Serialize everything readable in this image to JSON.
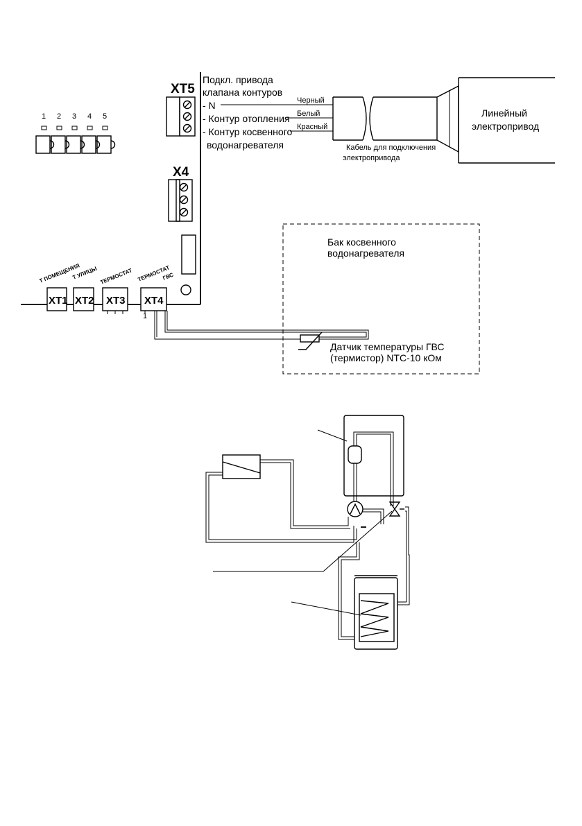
{
  "leds": {
    "labels": [
      "1",
      "2",
      "3",
      "4",
      "5"
    ]
  },
  "xt5": {
    "title": "XT5",
    "heading_line1": "Подкл. привода",
    "heading_line2": "клапана контуров",
    "terminal_n": "- N",
    "terminal_heating": "- Контур отопления",
    "terminal_dhw_line1": "- Контур косвенного",
    "terminal_dhw_line2": "водонагревателя"
  },
  "wires": {
    "black": "Черный",
    "white": "Белый",
    "red": "Красный"
  },
  "cable": {
    "line1": "Кабель для подключения",
    "line2": "электропривода"
  },
  "actuator": {
    "line1": "Линейный",
    "line2": "электропривод"
  },
  "x4": {
    "title": "X4"
  },
  "tank": {
    "line1": "Бак косвенного",
    "line2": "водонагревателя"
  },
  "sensor": {
    "line1": "Датчик температуры ГВС",
    "line2": "(термистор) NTC-10 кОм"
  },
  "terminals": {
    "xt1": "XT1",
    "xt2": "XT2",
    "xt3": "XT3",
    "xt4": "XT4",
    "xt1_label": "Т ПОМЕЩЕНИЯ",
    "xt2_label": "Т УЛИЦЫ",
    "xt3_label": "ТЕРМОСТАТ",
    "xt4_label_line1": "ТЕРМОСТАТ",
    "xt4_label_line2": "ГВС",
    "pin_one": "1"
  }
}
